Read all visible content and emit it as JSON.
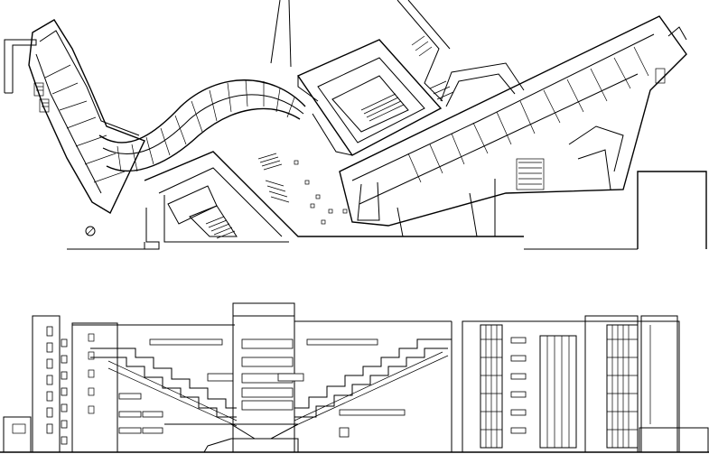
{
  "drawing": {
    "kind": "architectural drawing",
    "views": [
      "floor plan",
      "elevation"
    ],
    "line_color": "#000000",
    "background_color": "#ffffff",
    "text_labels": []
  }
}
